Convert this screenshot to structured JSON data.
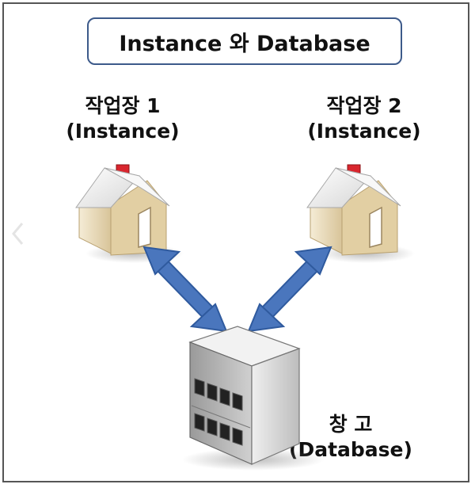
{
  "title": "Instance 와 Database",
  "workshop1": {
    "name": "작업장 1",
    "sub": "(Instance)"
  },
  "workshop2": {
    "name": "작업장 2",
    "sub": "(Instance)"
  },
  "warehouse": {
    "name": "창 고",
    "sub": "(Database)"
  },
  "icons": {
    "house1": "house-icon",
    "house2": "house-icon",
    "server": "server-building-icon",
    "arrow1": "double-arrow-icon",
    "arrow2": "double-arrow-icon"
  },
  "colors": {
    "arrow": "#4a76bd",
    "title_border": "#3d5a8a",
    "roof": "#f2f2f2",
    "wall": "#e8d9b8",
    "chimney": "#d9262e"
  }
}
